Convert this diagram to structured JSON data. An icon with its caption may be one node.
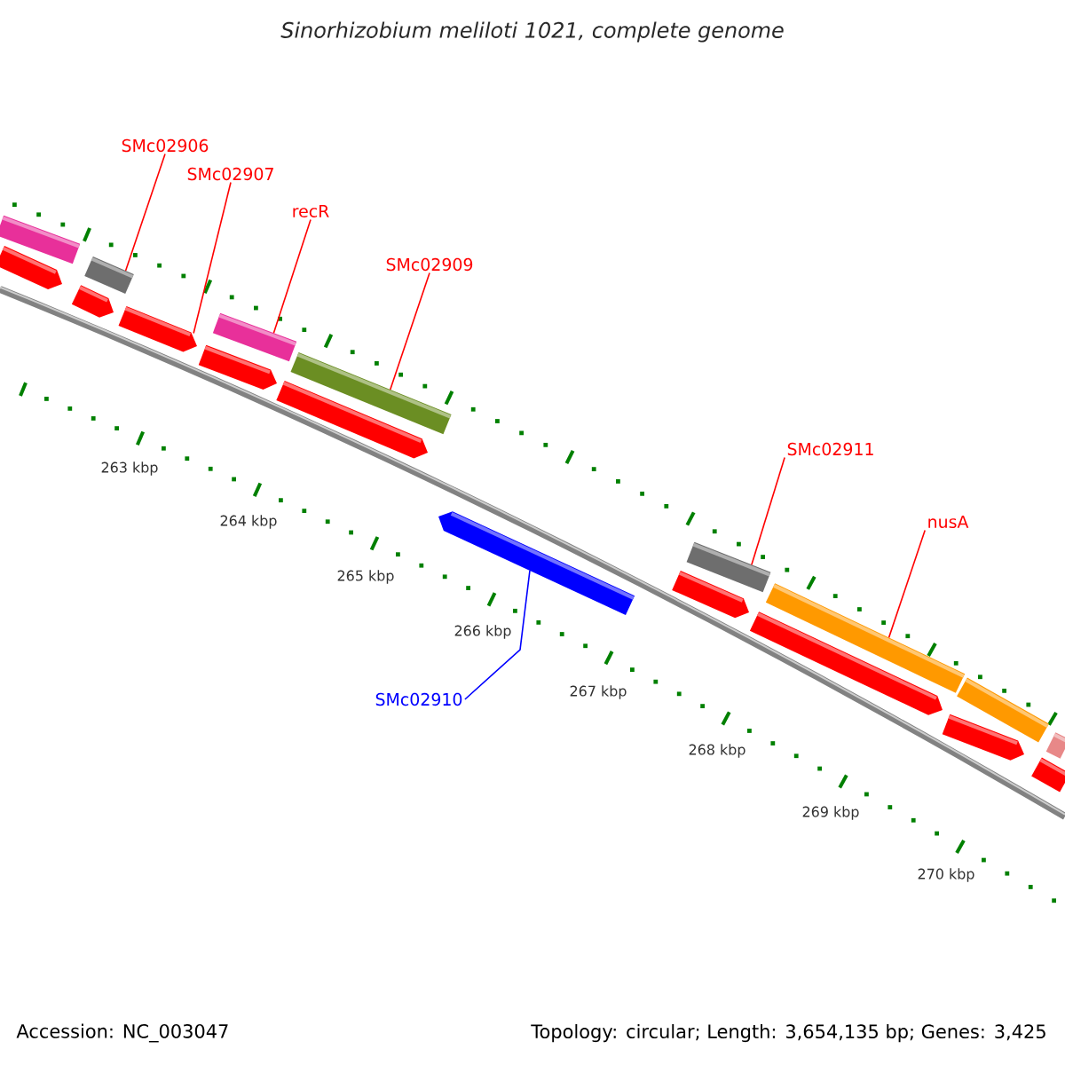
{
  "diagram": {
    "title": "Sinorhizobium meliloti 1021, complete genome",
    "nodes": [
      {
        "text": [
          "SMc02906"
        ]
      },
      {
        "text": [
          "SMc02907"
        ]
      },
      {
        "text": [
          "recR"
        ]
      },
      {
        "text": [
          "SMc02909"
        ]
      },
      {
        "text": [
          "SMc02911"
        ]
      },
      {
        "text": [
          "nusA"
        ]
      },
      {
        "text": [
          "SMc02910"
        ]
      },
      {
        "text": [],
        "shape": "bar"
      },
      {
        "text": [],
        "shape": "arrow"
      },
      {
        "text": [],
        "shape": "arrow"
      },
      {
        "text": [],
        "shape": "bar"
      },
      {
        "text": [],
        "shape": "arrow"
      },
      {
        "text": [],
        "shape": "arrow"
      },
      {
        "text": [],
        "shape": "bar"
      },
      {
        "text": [],
        "shape": "arrow"
      },
      {
        "text": [],
        "shape": "bar"
      },
      {
        "text": [],
        "shape": "arrow"
      },
      {
        "text": [],
        "shape": "arrow"
      },
      {
        "text": [],
        "shape": "bar"
      },
      {
        "text": [],
        "shape": "arrow"
      },
      {
        "text": [],
        "shape": "bar"
      },
      {
        "text": [],
        "shape": "arrow"
      },
      {
        "text": [],
        "shape": "bar"
      },
      {
        "text": [],
        "shape": "bar"
      },
      {
        "text": [],
        "shape": "bar"
      }
    ],
    "edges": [
      {
        "from": 0,
        "to": 10,
        "arrow": "none"
      },
      {
        "from": 1,
        "to": 11,
        "arrow": "none"
      },
      {
        "from": 2,
        "to": 13,
        "arrow": "none"
      },
      {
        "from": 3,
        "to": 15,
        "arrow": "none"
      },
      {
        "from": 4,
        "to": 18,
        "arrow": "none"
      },
      {
        "from": 5,
        "to": 20,
        "arrow": "none"
      },
      {
        "from": 6,
        "to": 16,
        "arrow": "none",
        "color": "#0000ff"
      }
    ],
    "labels": [
      "263 kbp",
      "264 kbp",
      "265 kbp",
      "266 kbp",
      "267 kbp",
      "268 kbp",
      "269 kbp",
      "270 kbp",
      "Accession: NC_003047",
      "Topology: circular; Length: 3,654,135 bp; Genes: 3,425"
    ]
  }
}
